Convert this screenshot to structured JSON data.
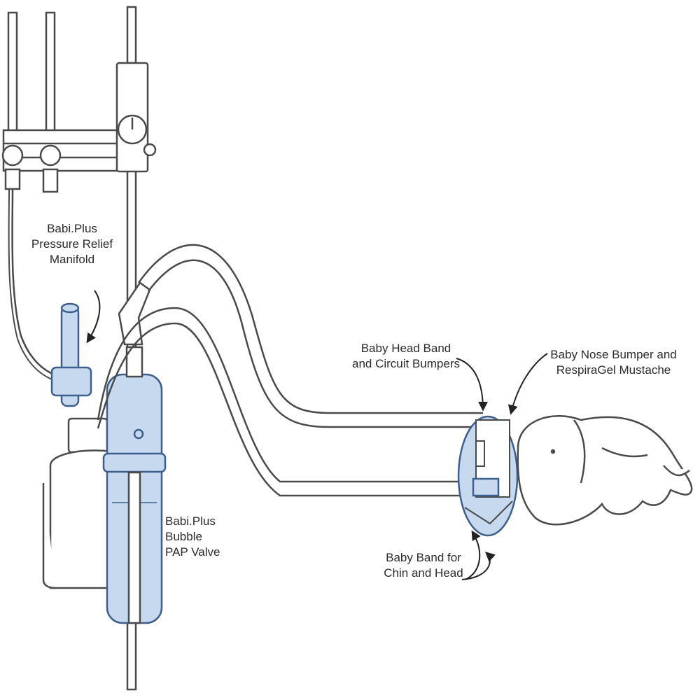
{
  "labels": {
    "manifold": [
      "Babi.Plus",
      "Pressure Relief",
      "Manifold"
    ],
    "bubble_valve": [
      "Babi.Plus",
      "Bubble",
      "PAP Valve"
    ],
    "head_band": [
      "Baby Head Band",
      "and Circuit Bumpers"
    ],
    "nose_bumper": [
      "Baby Nose Bumper and",
      "RespiraGel Mustache"
    ],
    "chin_band": [
      "Baby Band for",
      "Chin and Head"
    ]
  },
  "colors": {
    "line": "#4a4a4a",
    "accent_fill": "#c7d9ef",
    "accent_stroke": "#3d5f8c",
    "background": "#ffffff"
  }
}
